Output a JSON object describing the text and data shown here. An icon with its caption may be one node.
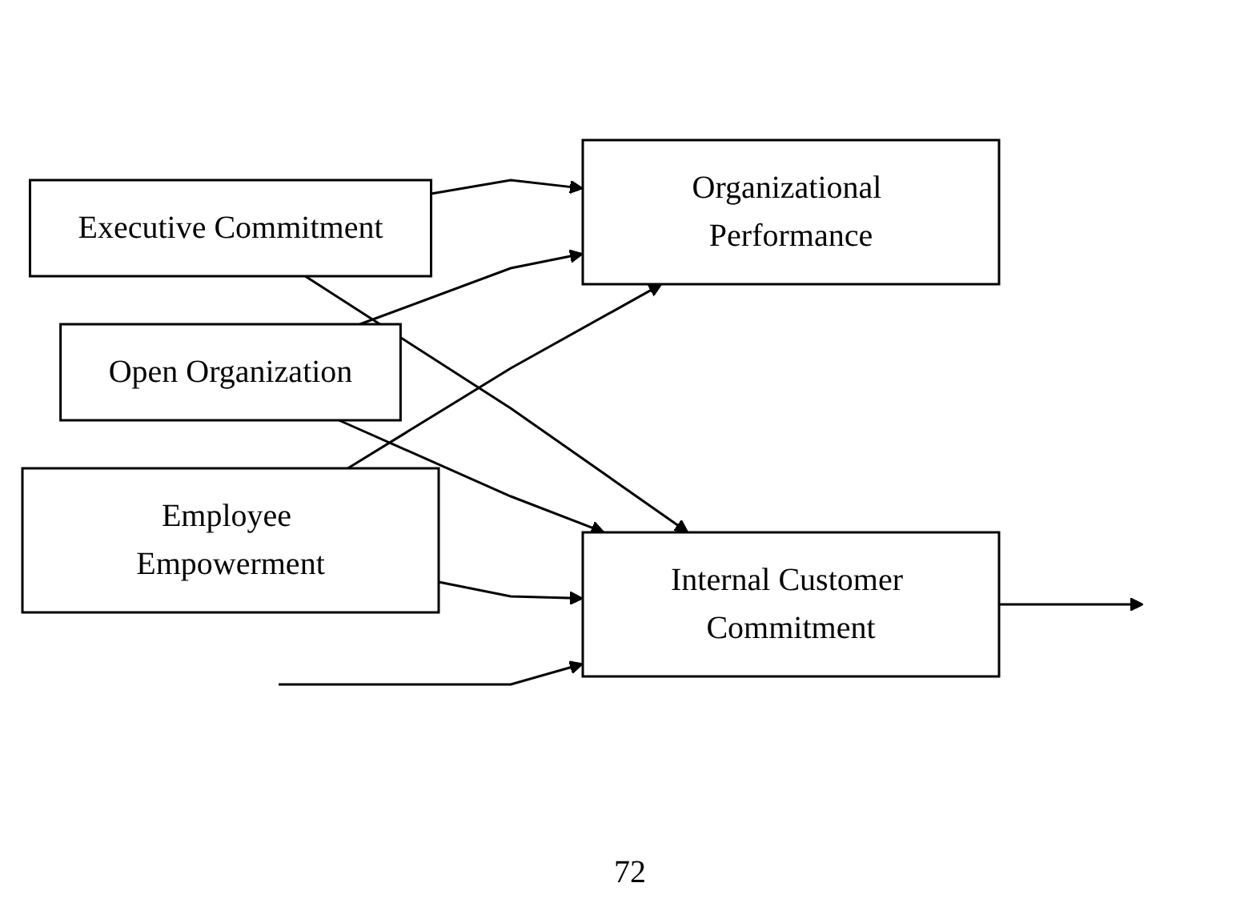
{
  "diagram": {
    "nodes": [
      {
        "text": [
          "Executive Commitment"
        ]
      },
      {
        "text": [
          "Open Organization"
        ]
      },
      {
        "text": [
          "Employee Empowerment"
        ]
      },
      {
        "text": [
          "Organizational Performance"
        ]
      },
      {
        "text": [
          "Internal Customer Commitment"
        ]
      }
    ],
    "edges": [
      {
        "from": 0,
        "to": 3,
        "arrow": "to"
      },
      {
        "from": 1,
        "to": 3,
        "arrow": "to"
      },
      {
        "from": 2,
        "to": 3,
        "arrow": "to"
      },
      {
        "from": 0,
        "to": 4,
        "arrow": "to"
      },
      {
        "from": 1,
        "to": 4,
        "arrow": "to"
      },
      {
        "from": 2,
        "to": 4,
        "arrow": "to"
      },
      {
        "from": null,
        "to": 4,
        "arrow": "to"
      },
      {
        "from": 4,
        "to": null,
        "arrow": "to"
      }
    ],
    "labels": [
      "72"
    ]
  }
}
